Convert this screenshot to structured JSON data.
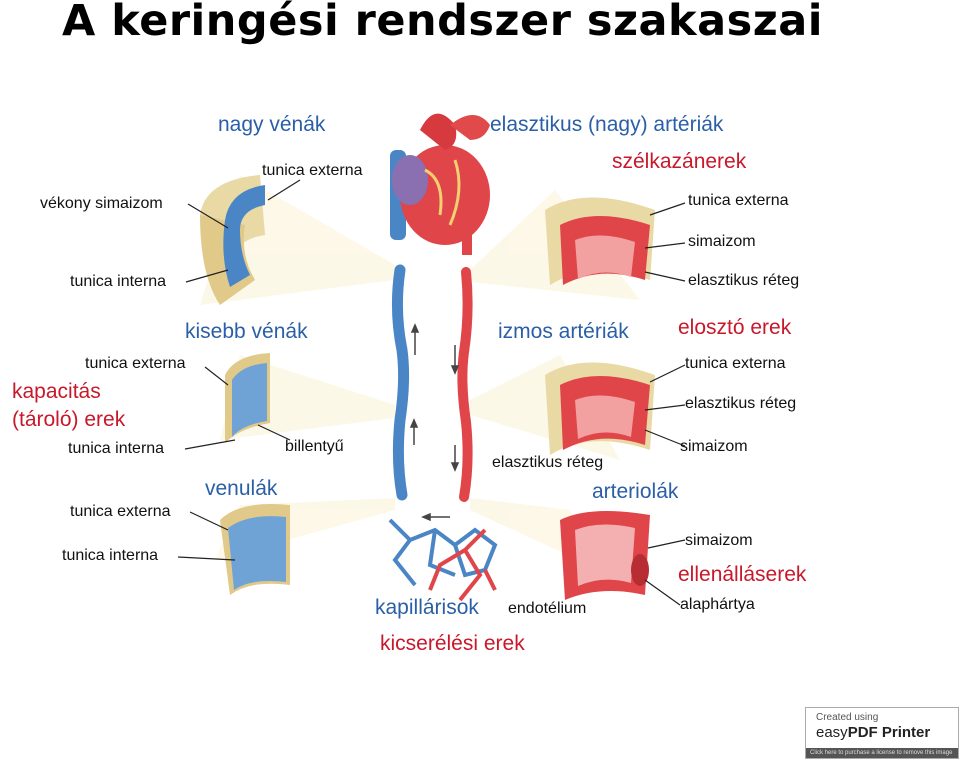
{
  "title": "A keringési rendszer szakaszai",
  "labels": {
    "nagy_venak": "nagy vénák",
    "elasztikus_arteriak": "elasztikus (nagy) artériák",
    "szelkazanerek": "szélkazánerek",
    "tunica_externa_1": "tunica externa",
    "vekony_simaizom": "vékony simaizom",
    "tunica_interna_1": "tunica interna",
    "tunica_externa_r1": "tunica externa",
    "simaizom_r1": "simaizom",
    "elasztikus_reteg_r1": "elasztikus réteg",
    "kisebb_venak": "kisebb vénák",
    "izmos_arteriak": "izmos artériák",
    "eloszto_erek": "elosztó erek",
    "tunica_externa_2": "tunica externa",
    "kapacitas_line1": "kapacitás",
    "kapacitas_line2": "(tároló) erek",
    "tunica_interna_2": "tunica interna",
    "billentyu": "billentyű",
    "tunica_externa_r2": "tunica externa",
    "elasztikus_reteg_r2": "elasztikus réteg",
    "simaizom_r2": "simaizom",
    "elasztikus_reteg_mid": "elasztikus réteg",
    "venulak": "venulák",
    "arteriolak": "arteriolák",
    "tunica_externa_3": "tunica externa",
    "tunica_interna_3": "tunica interna",
    "simaizom_r3": "simaizom",
    "ellenallaserek": "ellenálláserek",
    "alaphartya": "alaphártya",
    "kapillarisok": "kapillárisok",
    "endotelium": "endotélium",
    "kicserelesi_erek": "kicserélési erek"
  },
  "badge": {
    "line1": "Created using",
    "line2_prefix": "easy",
    "line2_bold": "PDF Printer",
    "footer": "Click here to purchase a license to remove this image"
  },
  "colors": {
    "vein_blue": "#4a86c5",
    "artery_red": "#e0454a",
    "label_blue": "#2a5fa8",
    "label_red": "#c8182a"
  }
}
